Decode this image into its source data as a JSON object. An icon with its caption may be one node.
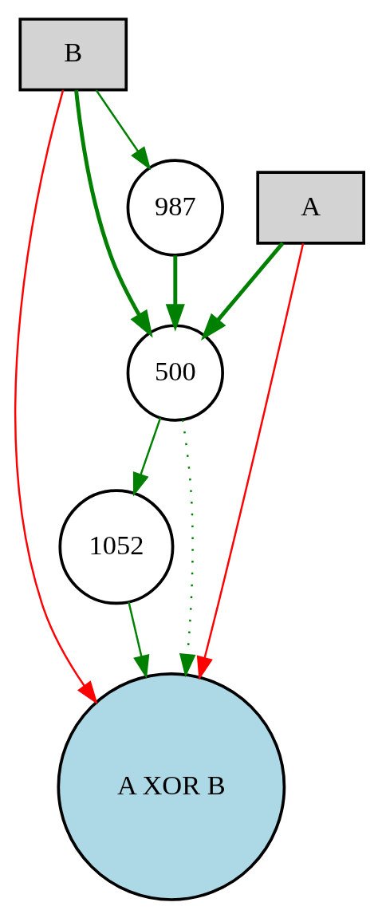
{
  "diagram": {
    "nodes": [
      {
        "text": [
          "B"
        ]
      },
      {
        "text": [
          "A"
        ]
      },
      {
        "text": [
          "987"
        ]
      },
      {
        "text": [
          "500"
        ]
      },
      {
        "text": [
          "1052"
        ]
      },
      {
        "text": [
          "A XOR B"
        ]
      }
    ],
    "edges": [
      {
        "from": 0,
        "to": 2,
        "arrow": "to"
      },
      {
        "from": 0,
        "to": 3,
        "arrow": "to",
        "style": "thick"
      },
      {
        "from": 0,
        "to": 5,
        "arrow": "to",
        "color": "#ff0000"
      },
      {
        "from": 1,
        "to": 3,
        "arrow": "to",
        "style": "thick"
      },
      {
        "from": 1,
        "to": 5,
        "arrow": "to",
        "color": "#ff0000"
      },
      {
        "from": 2,
        "to": 3,
        "arrow": "to",
        "style": "thick"
      },
      {
        "from": 3,
        "to": 5,
        "arrow": "to",
        "style": "dashed"
      },
      {
        "from": 3,
        "to": 4,
        "arrow": "to"
      },
      {
        "from": 4,
        "to": 5,
        "arrow": "to"
      }
    ]
  }
}
